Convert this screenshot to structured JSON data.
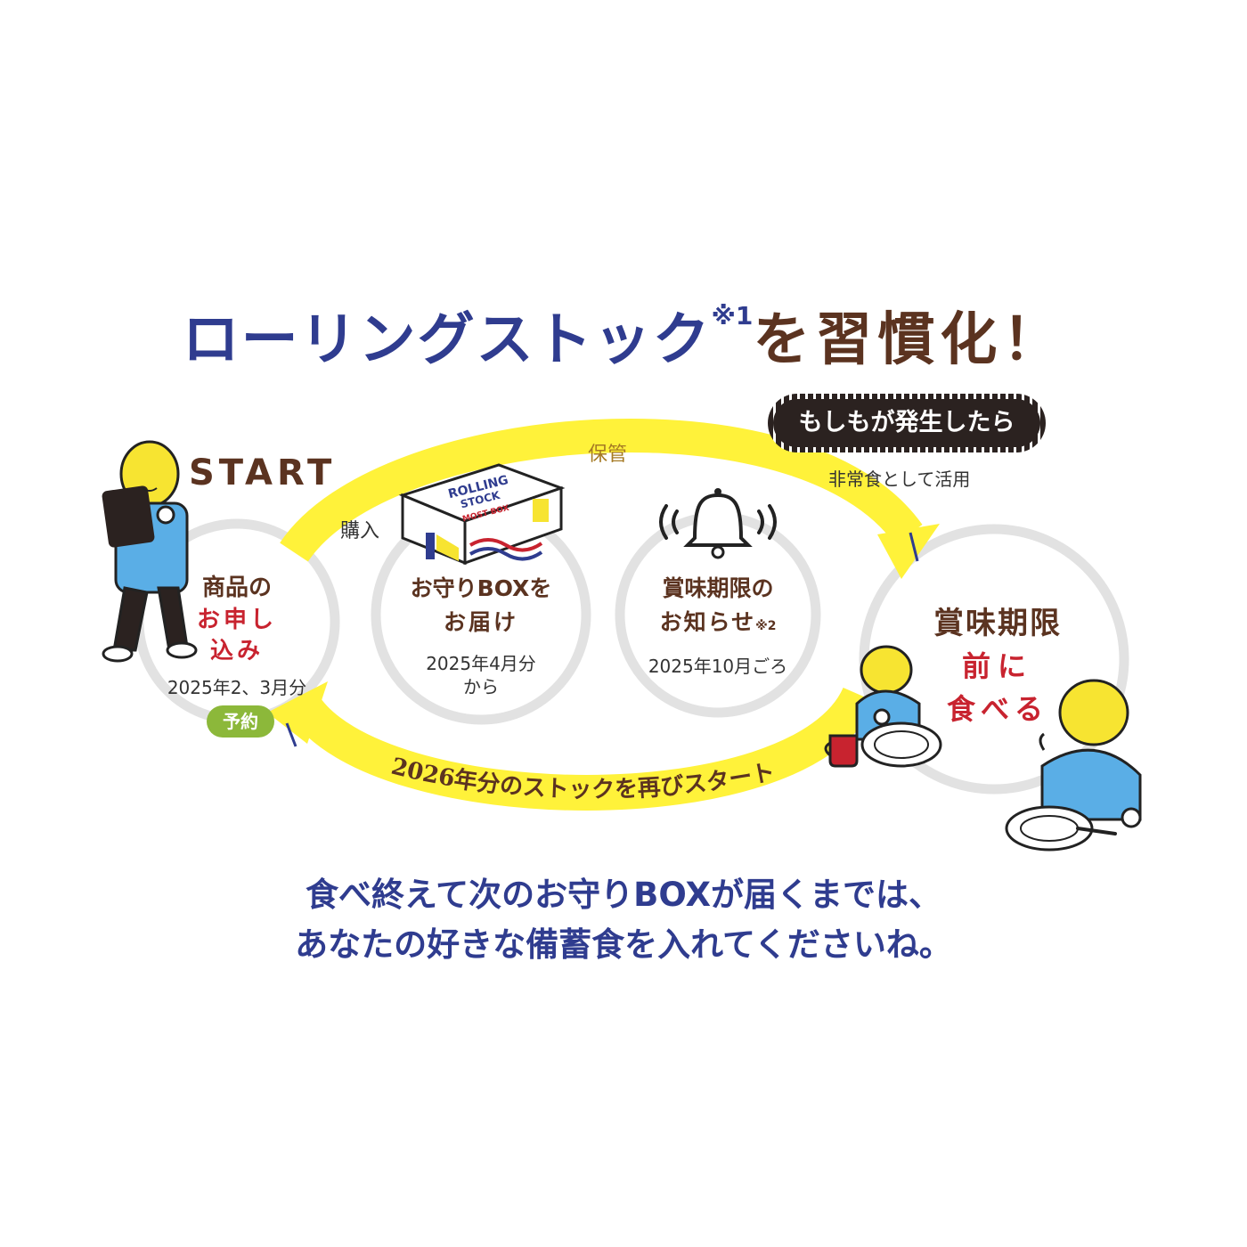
{
  "title": {
    "main": "ローリングストック",
    "sup": "※1",
    "tail": "を習慣化！"
  },
  "emergency": {
    "badge": "もしもが発生したら",
    "note": "非常食として活用"
  },
  "start_label": "START",
  "flow_labels": {
    "purchase": "購入",
    "storage": "保管",
    "restart": "2026年分のストックを再びスタート"
  },
  "box": {
    "line1": "ROLLING",
    "line2": "STOCK",
    "line3": "MOST BOX"
  },
  "steps": [
    {
      "title_line1": "商品の",
      "title_line2": "お申し",
      "title_line3": "込み",
      "date": "2025年2、3月分",
      "badge": "予約"
    },
    {
      "title_line1": "お守りBOXを",
      "title_line2": "お届け",
      "date_line1": "2025年4月分",
      "date_line2": "から"
    },
    {
      "title_line1": "賞味期限の",
      "title_line2": "お知らせ",
      "sup": "※2",
      "date": "2025年10月ごろ"
    },
    {
      "title_line1": "賞味期限",
      "title_line2": "前に",
      "title_line3": "食べる"
    }
  ],
  "bottom_text": {
    "line1": "食べ終えて次のお守りBOXが届くまでは、",
    "line2": "あなたの好きな備蓄食を入れてくださいね。"
  },
  "colors": {
    "navy": "#2f3c8f",
    "brown": "#5b3320",
    "red": "#c8232f",
    "yellow": "#fff23a",
    "circle_gray": "#e2e2e2",
    "green": "#8cb83a",
    "skin_blue": "#5aaee6",
    "hair_yellow": "#f7e431"
  },
  "icons": [
    "bell-icon",
    "tablet-icon",
    "mug-icon",
    "plate-icon",
    "spoon-icon"
  ]
}
